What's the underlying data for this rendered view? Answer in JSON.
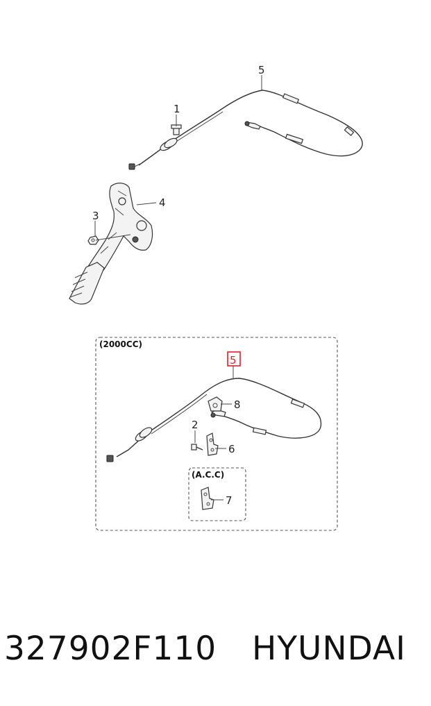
{
  "diagram": {
    "upper_callouts": [
      "5",
      "1",
      "4",
      "3"
    ],
    "engine_box_label": "(2000CC)",
    "lower_callouts": [
      "5",
      "8",
      "2",
      "6",
      "7"
    ],
    "highlighted_callout": "5",
    "acc_box_label": "(A.C.C)",
    "highlight_color": "#e0202a"
  },
  "footer": {
    "part_number": "327902F110",
    "brand": "HYUNDAI"
  }
}
